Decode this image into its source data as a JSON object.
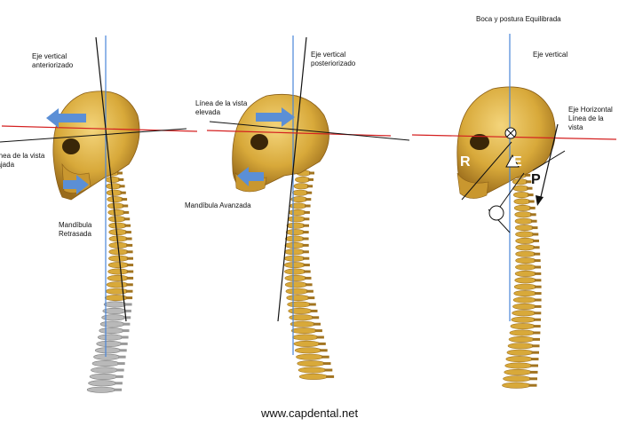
{
  "colors": {
    "vertical_axis": "#4a86d8",
    "horizontal_axis": "#d42020",
    "arrow": "#5b8fd6",
    "bone": "#d8a93a",
    "bone_dark": "#a27420",
    "bone_gray": "#b9b9b9",
    "line_dark": "#111111"
  },
  "panel_left": {
    "axis_label": "Eje vertical\nanteriorizado",
    "gaze_label": "Línea de la vista\nbajada",
    "jaw_label": "Mandíbula\nRetrasada"
  },
  "panel_middle": {
    "axis_label": "Eje vertical\nposteriorizado",
    "gaze_label": "Línea de la vista\nelevada",
    "jaw_label": "Mandíbula Avanzada"
  },
  "panel_right": {
    "title": "Boca y postura  Equilibrada",
    "axis_label": "Eje vertical",
    "horizontal_label": "Eje Horizontal\nLínea de la vista",
    "letter_r": "R",
    "letter_e": "E",
    "letter_p": "P"
  },
  "footer": {
    "website": "www.capdental.net"
  },
  "icons": [
    "left-arrow-icon",
    "right-arrow-icon"
  ]
}
